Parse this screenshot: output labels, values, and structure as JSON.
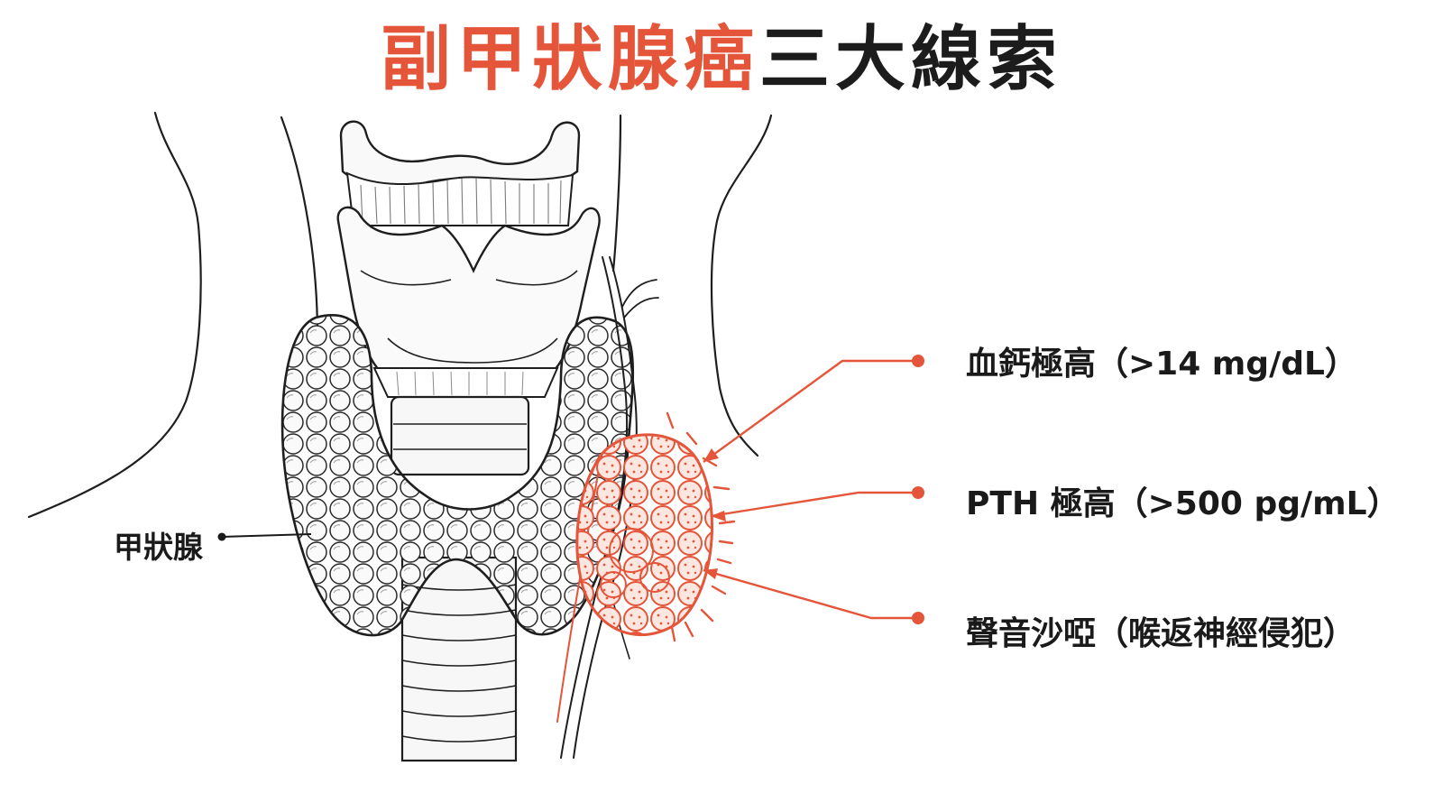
{
  "title": {
    "highlight": "副甲狀腺癌",
    "rest": "三大線索"
  },
  "labels": {
    "thyroid": "甲狀腺"
  },
  "clues": [
    {
      "text": "血鈣極高（>14 mg/dL）"
    },
    {
      "text": "PTH 極高（>500 pg/mL）"
    },
    {
      "text": "聲音沙啞（喉返神經侵犯）"
    }
  ],
  "colors": {
    "accent": "#e4553a",
    "ink": "#1a1a1a",
    "background": "#ffffff"
  }
}
